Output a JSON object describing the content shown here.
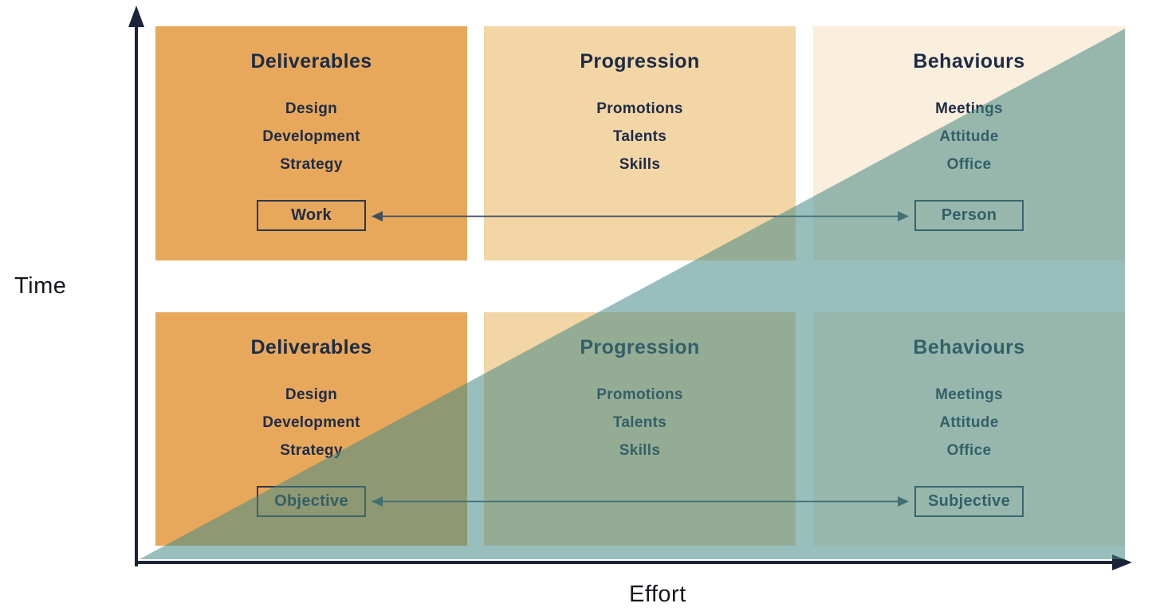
{
  "axes": {
    "y_label": "Time",
    "x_label": "Effort"
  },
  "colors": {
    "orange": "#e7a85b",
    "tan": "#f3d6a6",
    "cream": "#faeedd",
    "overlay-teal": "#468a85",
    "text-navy": "#1e2b46",
    "axis": "#1b2338",
    "arrow": "#3f4e61",
    "tag-border": "#2a3850",
    "label-ink": "#16161e"
  },
  "overlay": {
    "opacity": "0.55"
  },
  "grid": {
    "rows": [
      {
        "name": "top",
        "cells": [
          {
            "title": "Deliverables",
            "items": [
              "Design",
              "Development",
              "Strategy"
            ],
            "tag": "Work"
          },
          {
            "title": "Progression",
            "items": [
              "Promotions",
              "Talents",
              "Skills"
            ]
          },
          {
            "title": "Behaviours",
            "items": [
              "Meetings",
              "Attitude",
              "Office"
            ],
            "tag": "Person"
          }
        ]
      },
      {
        "name": "bottom",
        "cells": [
          {
            "title": "Deliverables",
            "items": [
              "Design",
              "Development",
              "Strategy"
            ],
            "tag": "Objective"
          },
          {
            "title": "Progression",
            "items": [
              "Promotions",
              "Talents",
              "Skills"
            ]
          },
          {
            "title": "Behaviours",
            "items": [
              "Meetings",
              "Attitude",
              "Office"
            ],
            "tag": "Subjective"
          }
        ]
      }
    ]
  }
}
